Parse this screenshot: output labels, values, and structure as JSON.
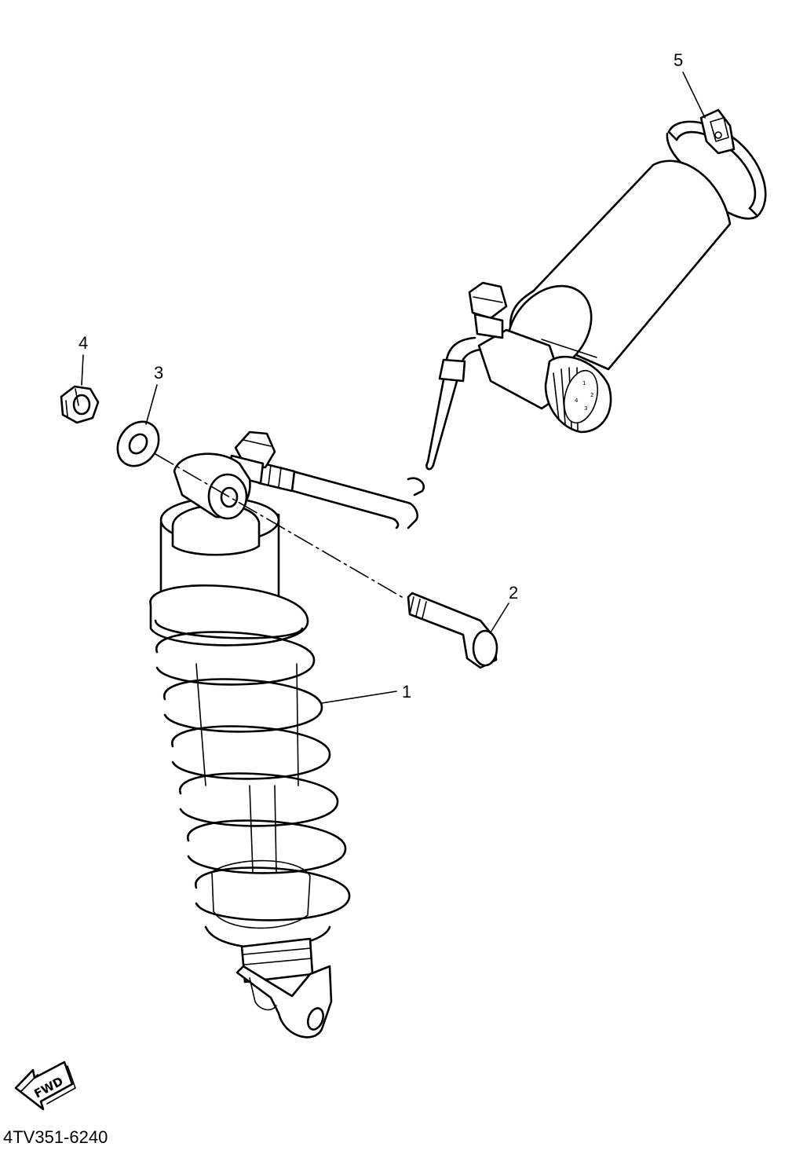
{
  "diagram": {
    "drawing_code": "4TV351-6240",
    "direction_arrow": {
      "label": "FWD"
    },
    "adjuster_dial_markings": [
      "1",
      "2",
      "3",
      "4"
    ],
    "callouts": [
      {
        "number": "1",
        "part": "rear-shock-absorber"
      },
      {
        "number": "2",
        "part": "bolt"
      },
      {
        "number": "3",
        "part": "washer"
      },
      {
        "number": "4",
        "part": "nut"
      },
      {
        "number": "5",
        "part": "hose-clamp"
      }
    ]
  }
}
